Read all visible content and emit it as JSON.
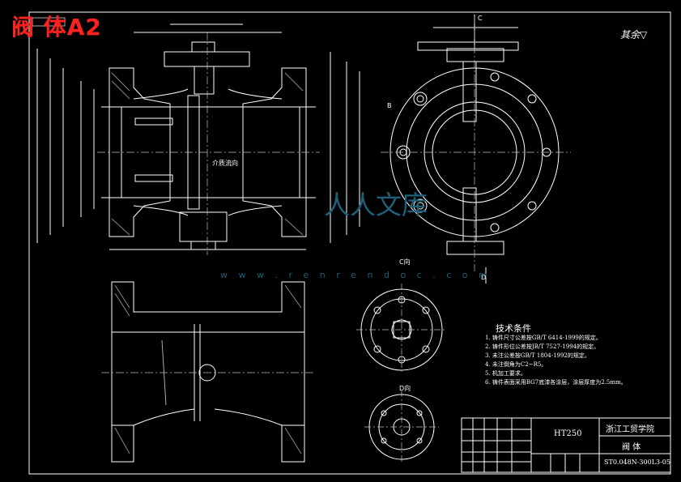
{
  "title_red": "阀 体A2",
  "roughness_note": "其余▽",
  "view_labels": {
    "c_view": "C向",
    "d_view": "D向",
    "flow_direction": "介质流向",
    "section_b": "B",
    "section_c": "C",
    "section_d": "D"
  },
  "tech_requirements": {
    "title": "技术条件",
    "items": [
      "1. 铸件尺寸公差按GB/T 6414-1999的规定。",
      "2. 铸件形位公差按JB/T 7527-1994的规定。",
      "3. 未注公差按GB/T 1804-1992的规定。",
      "4. 未注倒角为C2~R5。",
      "5. 机加工要求。",
      "6. 铸件表面采用BG7底漆各涂层，涂层厚度为2.5mm。"
    ]
  },
  "title_block": {
    "material": "HT250",
    "school": "浙江工贸学院",
    "part_name": "阀 体",
    "drawing_no": "ST0.048N-300L3-05"
  },
  "watermark": {
    "logo": "人人文库",
    "url": "w w w . r e n r e n d o c . c o m"
  },
  "colors": {
    "line": "#ffffff",
    "center_line": "#c0c0c0",
    "accent_red": "#ff2020",
    "watermark": "#1f5f78",
    "background": "#000000"
  }
}
